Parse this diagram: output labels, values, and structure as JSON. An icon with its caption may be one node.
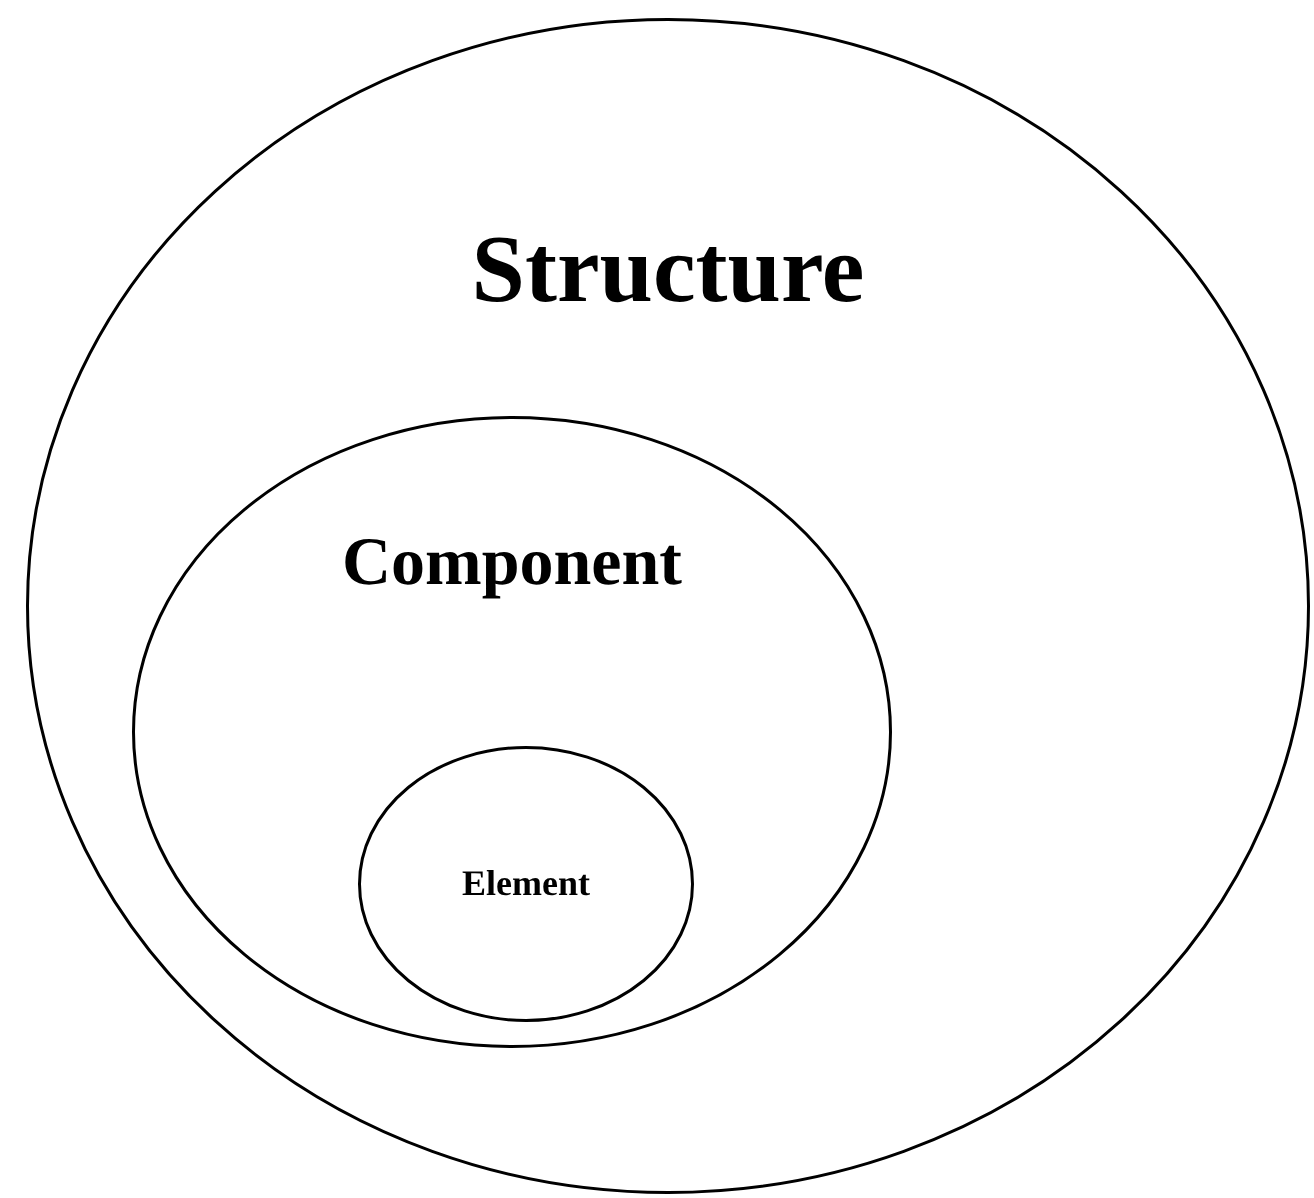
{
  "diagram": {
    "nodes": [
      {
        "text": [
          "Structure"
        ]
      },
      {
        "text": [
          "Component"
        ],
        "in": 0
      },
      {
        "text": [
          "Element"
        ],
        "in": 1
      }
    ]
  }
}
